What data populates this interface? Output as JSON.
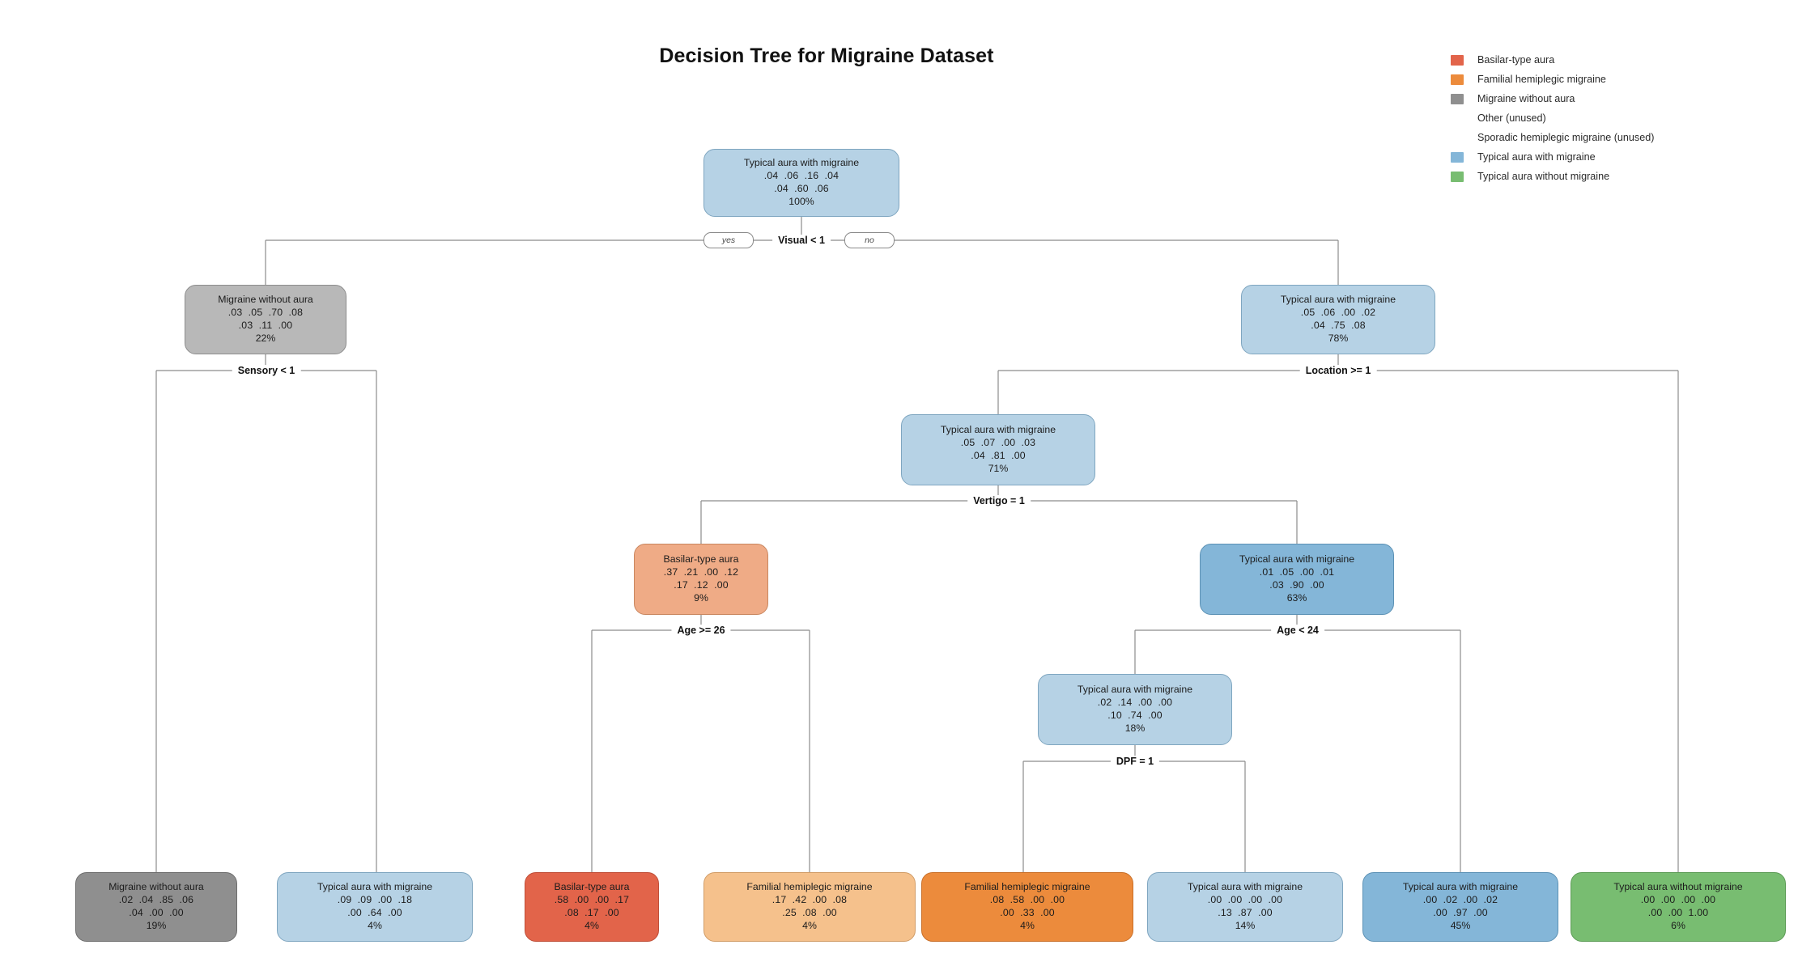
{
  "title": "Decision Tree for Migraine Dataset",
  "legend": {
    "items": [
      {
        "label": "Basilar-type aura",
        "color": "#e2644a",
        "has_swatch": true
      },
      {
        "label": "Familial hemiplegic migraine",
        "color": "#ec8b3c",
        "has_swatch": true
      },
      {
        "label": "Migraine without aura",
        "color": "#8f8f8f",
        "has_swatch": true
      },
      {
        "label": "Other (unused)",
        "color": "",
        "has_swatch": false
      },
      {
        "label": "Sporadic hemiplegic migraine (unused)",
        "color": "",
        "has_swatch": false
      },
      {
        "label": "Typical aura with migraine",
        "color": "#84b6d8",
        "has_swatch": true
      },
      {
        "label": "Typical aura without migraine",
        "color": "#78bd71",
        "has_swatch": true
      }
    ]
  },
  "branch_labels": {
    "yes": "yes",
    "no": "no"
  },
  "chart_data": {
    "type": "tree",
    "title": "Decision Tree for Migraine Dataset",
    "class_order": [
      "Basilar-type aura",
      "Familial hemiplegic migraine",
      "Migraine without aura",
      "Other (unused)",
      "Sporadic hemiplegic migraine (unused)",
      "Typical aura with migraine",
      "Typical aura without migraine"
    ],
    "splits": [
      {
        "id": "s0",
        "condition": "Visual < 1"
      },
      {
        "id": "s1",
        "condition": "Sensory < 1"
      },
      {
        "id": "s2",
        "condition": "Location >= 1"
      },
      {
        "id": "s3",
        "condition": "Vertigo = 1"
      },
      {
        "id": "s4",
        "condition": "Age >= 26"
      },
      {
        "id": "s5",
        "condition": "Age < 24"
      },
      {
        "id": "s6",
        "condition": "DPF = 1"
      }
    ],
    "nodes": [
      {
        "id": "n0",
        "depth": 0,
        "class_label": "Typical aura with migraine",
        "row1": ".04  .06  .16  .04",
        "row2": ".04  .60  .06",
        "pct": "100%",
        "probs": [
          0.04,
          0.06,
          0.16,
          0.04,
          0.04,
          0.6,
          0.06
        ],
        "color": "#b6d2e5",
        "split": "Visual < 1"
      },
      {
        "id": "n1",
        "depth": 1,
        "class_label": "Migraine without aura",
        "row1": ".03  .05  .70  .08",
        "row2": ".03  .11  .00",
        "pct": "22%",
        "probs": [
          0.03,
          0.05,
          0.7,
          0.08,
          0.03,
          0.11,
          0.0
        ],
        "color": "#b8b8b8",
        "split": "Sensory < 1"
      },
      {
        "id": "n2",
        "depth": 1,
        "class_label": "Typical aura with migraine",
        "row1": ".05  .06  .00  .02",
        "row2": ".04  .75  .08",
        "pct": "78%",
        "probs": [
          0.05,
          0.06,
          0.0,
          0.02,
          0.04,
          0.75,
          0.08
        ],
        "color": "#b6d2e5",
        "split": "Location >= 1"
      },
      {
        "id": "n3",
        "depth": 2,
        "class_label": "Typical aura with migraine",
        "row1": ".05  .07  .00  .03",
        "row2": ".04  .81  .00",
        "pct": "71%",
        "probs": [
          0.05,
          0.07,
          0.0,
          0.03,
          0.04,
          0.81,
          0.0
        ],
        "color": "#b6d2e5",
        "split": "Vertigo = 1"
      },
      {
        "id": "n4",
        "depth": 3,
        "class_label": "Basilar-type aura",
        "row1": ".37  .21  .00  .12",
        "row2": ".17  .12  .00",
        "pct": "9%",
        "probs": [
          0.37,
          0.21,
          0.0,
          0.12,
          0.17,
          0.12,
          0.0
        ],
        "color": "#efab86",
        "split": "Age >= 26"
      },
      {
        "id": "n5",
        "depth": 3,
        "class_label": "Typical aura with migraine",
        "row1": ".01  .05  .00  .01",
        "row2": ".03  .90  .00",
        "pct": "63%",
        "probs": [
          0.01,
          0.05,
          0.0,
          0.01,
          0.03,
          0.9,
          0.0
        ],
        "color": "#84b6d8",
        "split": "Age < 24"
      },
      {
        "id": "n6",
        "depth": 4,
        "class_label": "Typical aura with migraine",
        "row1": ".02  .14  .00  .00",
        "row2": ".10  .74  .00",
        "pct": "18%",
        "probs": [
          0.02,
          0.14,
          0.0,
          0.0,
          0.1,
          0.74,
          0.0
        ],
        "color": "#b6d2e5",
        "split": "DPF = 1"
      },
      {
        "id": "L1",
        "depth": 5,
        "leaf": true,
        "class_label": "Migraine without aura",
        "row1": ".02  .04  .85  .06",
        "row2": ".04  .00  .00",
        "pct": "19%",
        "probs": [
          0.02,
          0.04,
          0.85,
          0.06,
          0.04,
          0.0,
          0.0
        ],
        "color": "#8f8f8f"
      },
      {
        "id": "L2",
        "depth": 5,
        "leaf": true,
        "class_label": "Typical aura with migraine",
        "row1": ".09  .09  .00  .18",
        "row2": ".00  .64  .00",
        "pct": "4%",
        "probs": [
          0.09,
          0.09,
          0.0,
          0.18,
          0.0,
          0.64,
          0.0
        ],
        "color": "#b6d2e5"
      },
      {
        "id": "L3",
        "depth": 5,
        "leaf": true,
        "class_label": "Basilar-type aura",
        "row1": ".58  .00  .00  .17",
        "row2": ".08  .17  .00",
        "pct": "4%",
        "probs": [
          0.58,
          0.0,
          0.0,
          0.17,
          0.08,
          0.17,
          0.0
        ],
        "color": "#e2644a"
      },
      {
        "id": "L4",
        "depth": 5,
        "leaf": true,
        "class_label": "Familial hemiplegic migraine",
        "row1": ".17  .42  .00  .08",
        "row2": ".25  .08  .00",
        "pct": "4%",
        "probs": [
          0.17,
          0.42,
          0.0,
          0.08,
          0.25,
          0.08,
          0.0
        ],
        "color": "#f5c18c"
      },
      {
        "id": "L5",
        "depth": 5,
        "leaf": true,
        "class_label": "Familial hemiplegic migraine",
        "row1": ".08  .58  .00  .00",
        "row2": ".00  .33  .00",
        "pct": "4%",
        "probs": [
          0.08,
          0.58,
          0.0,
          0.0,
          0.0,
          0.33,
          0.0
        ],
        "color": "#ec8b3c"
      },
      {
        "id": "L6",
        "depth": 5,
        "leaf": true,
        "class_label": "Typical aura with migraine",
        "row1": ".00  .00  .00  .00",
        "row2": ".13  .87  .00",
        "pct": "14%",
        "probs": [
          0.0,
          0.0,
          0.0,
          0.0,
          0.13,
          0.87,
          0.0
        ],
        "color": "#b6d2e5"
      },
      {
        "id": "L7",
        "depth": 5,
        "leaf": true,
        "class_label": "Typical aura with migraine",
        "row1": ".00  .02  .00  .02",
        "row2": ".00  .97  .00",
        "pct": "45%",
        "probs": [
          0.0,
          0.02,
          0.0,
          0.02,
          0.0,
          0.97,
          0.0
        ],
        "color": "#84b6d8"
      },
      {
        "id": "L8",
        "depth": 5,
        "leaf": true,
        "class_label": "Typical aura without migraine",
        "row1": ".00  .00  .00  .00",
        "row2": ".00  .00  1.00",
        "pct": "6%",
        "probs": [
          0.0,
          0.0,
          0.0,
          0.0,
          0.0,
          0.0,
          1.0
        ],
        "color": "#78bd71"
      }
    ]
  }
}
